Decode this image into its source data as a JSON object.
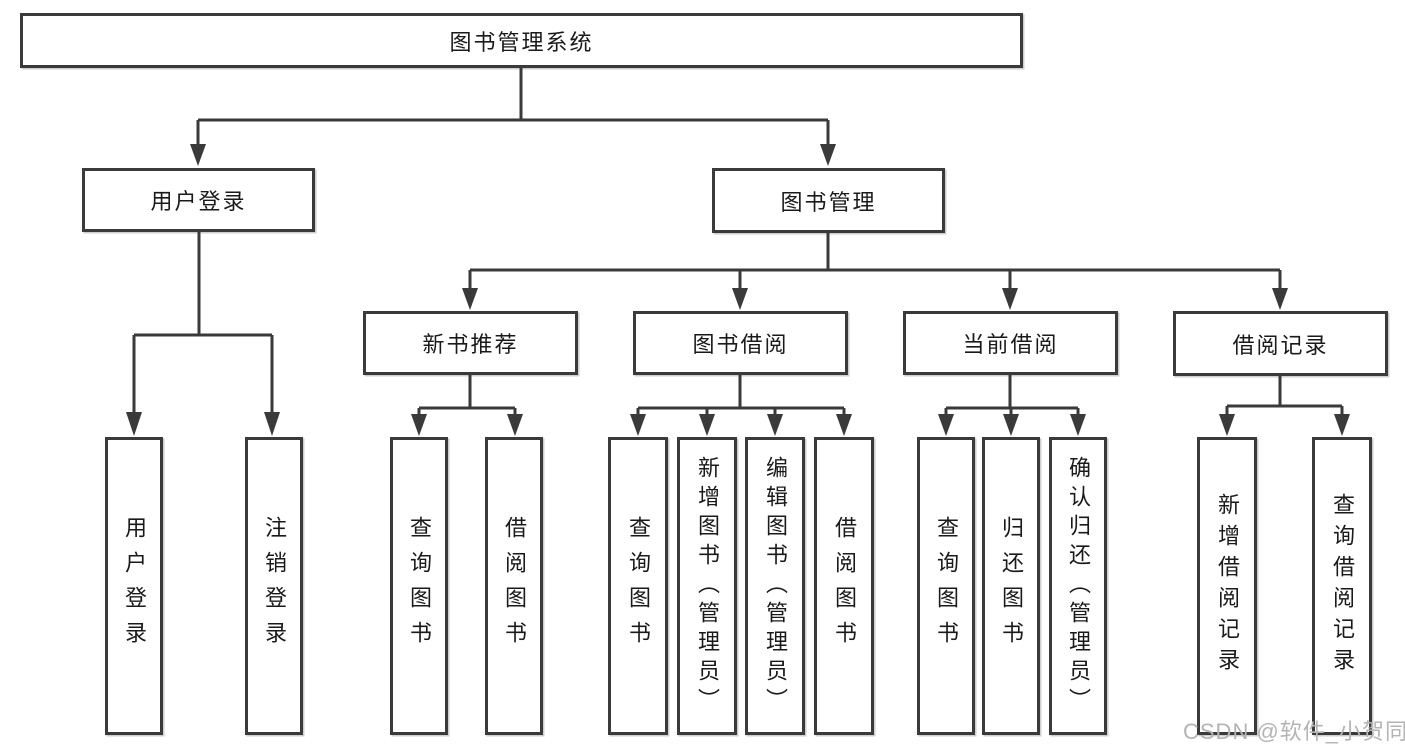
{
  "colors": {
    "line": "#3a3a3a",
    "text": "#1a1a1a",
    "watermark": "#b4b4b4",
    "background": "#ffffff"
  },
  "watermark": {
    "text": "CSDN @软件_小贺同学"
  },
  "tree": {
    "label": "图书管理系统",
    "children": [
      {
        "label": "用户登录",
        "children": [
          {
            "label": "用户登录"
          },
          {
            "label": "注销登录"
          }
        ]
      },
      {
        "label": "图书管理",
        "children": [
          {
            "label": "新书推荐",
            "children": [
              {
                "label": "查询图书"
              },
              {
                "label": "借阅图书"
              }
            ]
          },
          {
            "label": "图书借阅",
            "children": [
              {
                "label": "查询图书"
              },
              {
                "label": "新增图书（管理员）"
              },
              {
                "label": "编辑图书（管理员）"
              },
              {
                "label": "借阅图书"
              }
            ]
          },
          {
            "label": "当前借阅",
            "children": [
              {
                "label": "查询图书"
              },
              {
                "label": "归还图书"
              },
              {
                "label": "确认归还（管理员）"
              }
            ]
          },
          {
            "label": "借阅记录",
            "children": [
              {
                "label": "新增借阅记录"
              },
              {
                "label": "查询借阅记录"
              }
            ]
          }
        ]
      }
    ]
  }
}
